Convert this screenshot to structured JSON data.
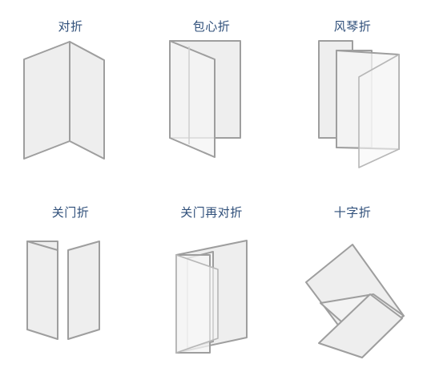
{
  "folds": [
    {
      "label": "对折"
    },
    {
      "label": "包心折"
    },
    {
      "label": "风琴折"
    },
    {
      "label": "关门折"
    },
    {
      "label": "关门再对折"
    },
    {
      "label": "十字折"
    }
  ]
}
